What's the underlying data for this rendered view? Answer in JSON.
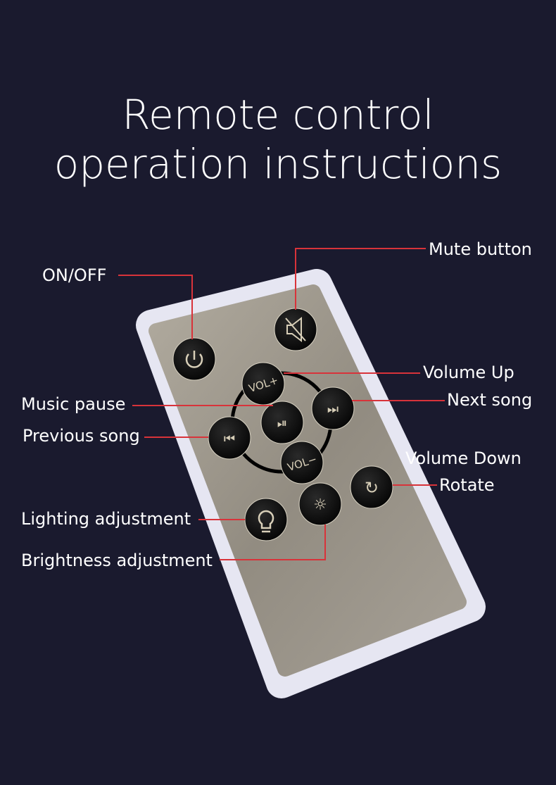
{
  "title": {
    "line1": "Remote control",
    "line2": "operation instructions"
  },
  "labels": {
    "on_off": "ON/OFF",
    "mute": "Mute button",
    "volume_up": "Volume Up",
    "next_song": "Next  song",
    "music_pause": "Music pause",
    "previous_song": "Previous song",
    "volume_down": "Volume Down",
    "rotate": "Rotate",
    "lighting": "Lighting adjustment",
    "brightness": "Brightness adjustment"
  },
  "buttons": {
    "vol_plus": "VOL+",
    "vol_minus": "VOL−"
  },
  "colors": {
    "background": "#1a1a2e",
    "leader_line": "#d8333a",
    "remote_face": "#9c968b",
    "remote_shell": "#e8e8f4",
    "button": "#0b0b0b"
  }
}
